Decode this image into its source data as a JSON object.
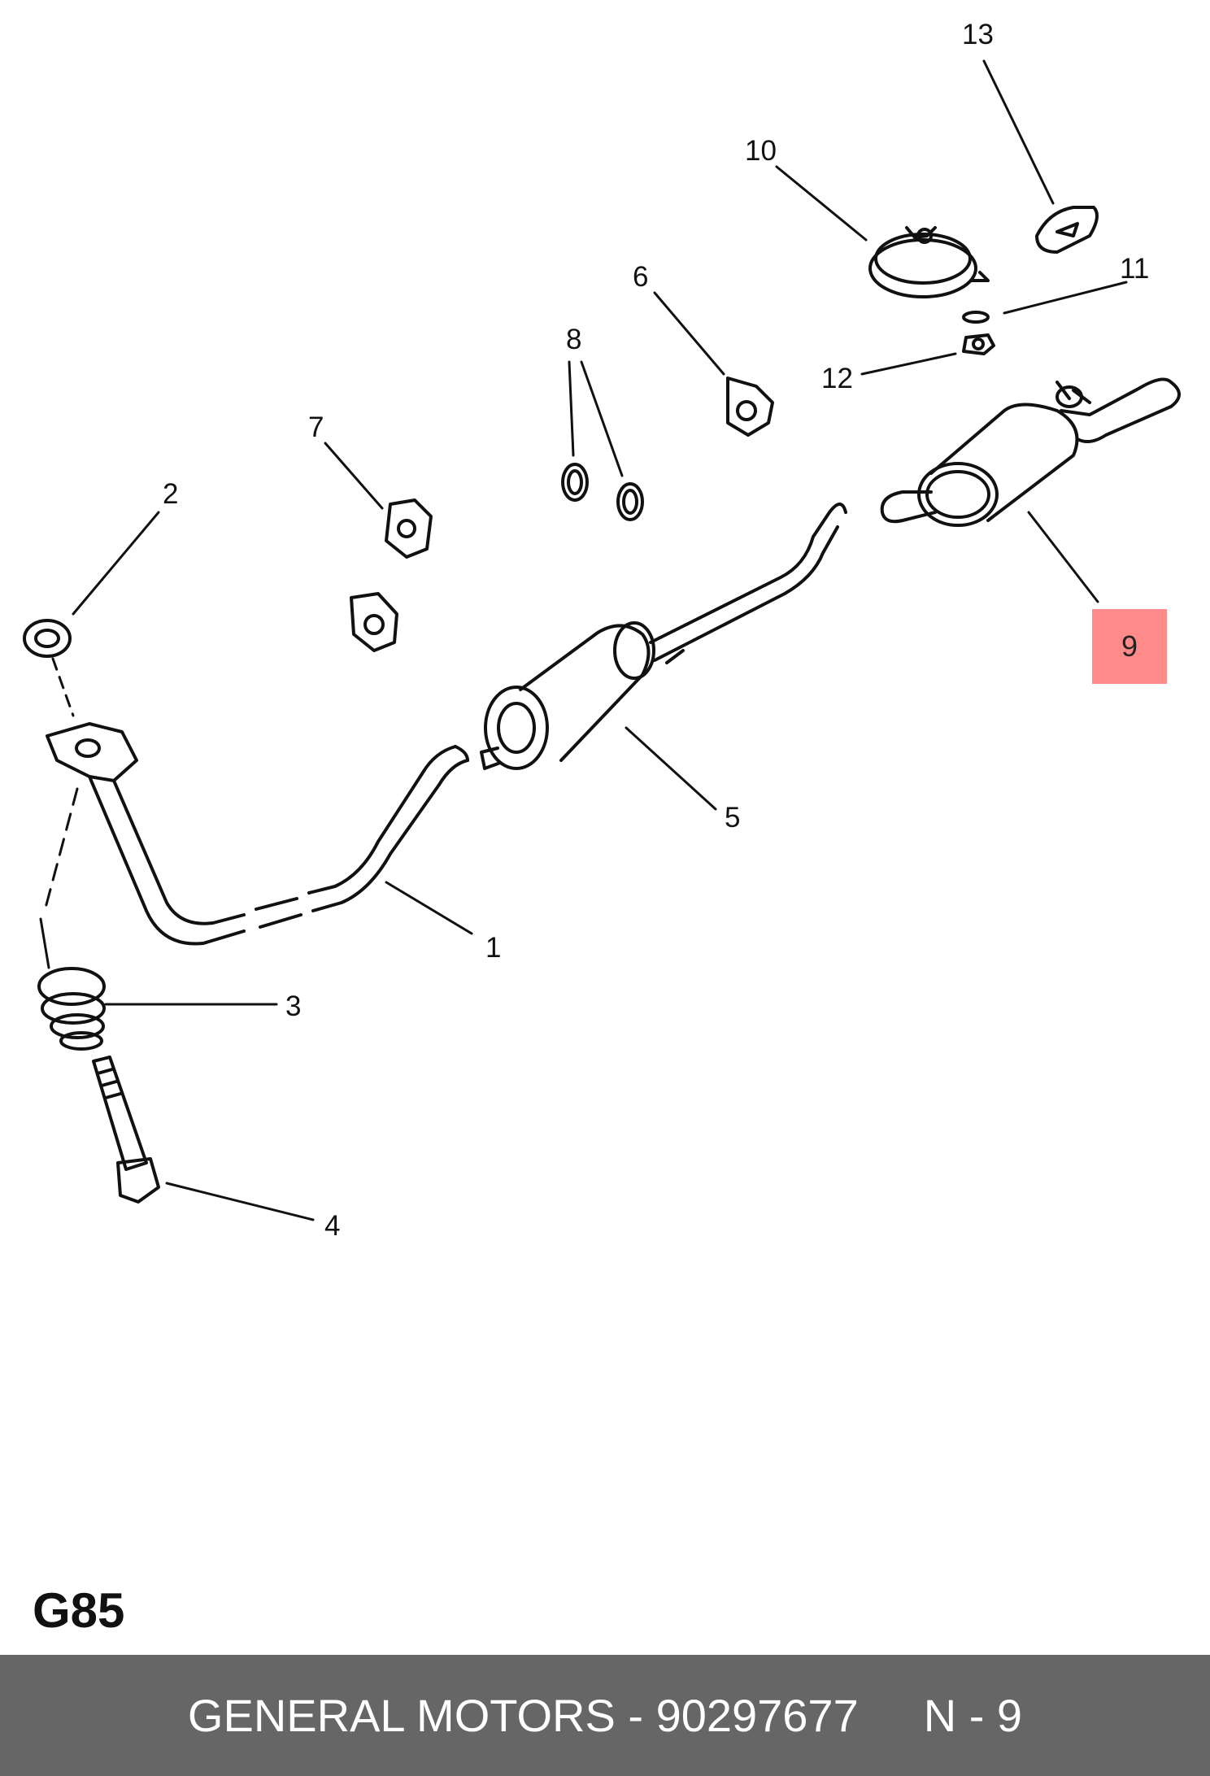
{
  "diagram": {
    "callouts": {
      "c1": "1",
      "c2": "2",
      "c3": "3",
      "c4": "4",
      "c5": "5",
      "c6": "6",
      "c7": "7",
      "c8": "8",
      "c9": "9",
      "c10": "10",
      "c11": "11",
      "c12": "12",
      "c13": "13"
    },
    "highlighted_part": "9",
    "highlight_color": "#ff8a8a",
    "code": "G85"
  },
  "footer": {
    "brand_part": "GENERAL MOTORS - 90297677",
    "ref": "N - 9",
    "background": "#666666"
  }
}
